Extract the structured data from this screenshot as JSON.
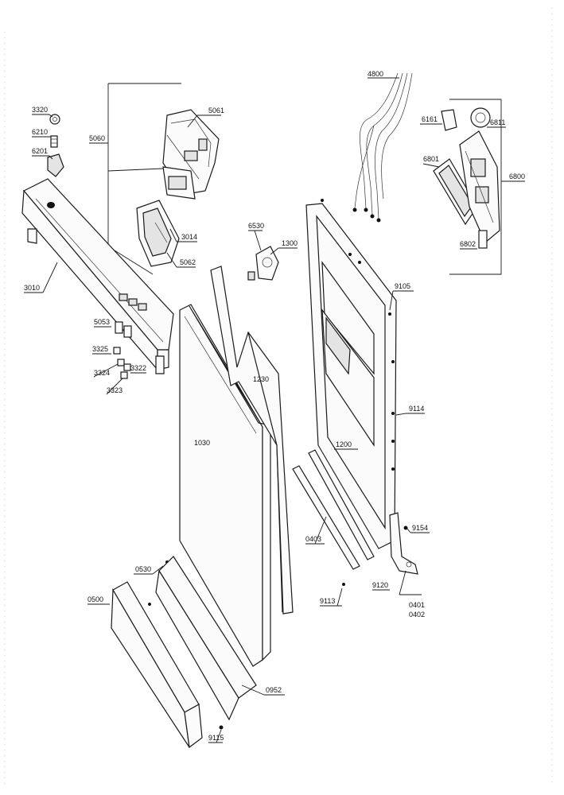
{
  "labels": {
    "l4800": "4800",
    "l3320": "3320",
    "l6210": "6210",
    "l6201": "6201",
    "l5061": "5061",
    "l5060": "5060",
    "l6161": "6161",
    "l6811": "6811",
    "l6801": "6801",
    "l6800": "6800",
    "l3014": "3014",
    "l5062": "5062",
    "l6530": "6530",
    "l1300": "1300",
    "l6802": "6802",
    "l3010": "3010",
    "l9105": "9105",
    "l5053": "5053",
    "l3325": "3325",
    "l3322": "3322",
    "l3324": "3324",
    "l3323": "3323",
    "l1230": "1230",
    "l9114": "9114",
    "l1030": "1030",
    "l1200": "1200",
    "l9154": "9154",
    "l0403": "0403",
    "l0530": "0530",
    "l9120": "9120",
    "l0401": "0401",
    "l0402": "0402",
    "l9113": "9113",
    "l0500": "0500",
    "l0952": "0952",
    "l9115": "9115"
  }
}
